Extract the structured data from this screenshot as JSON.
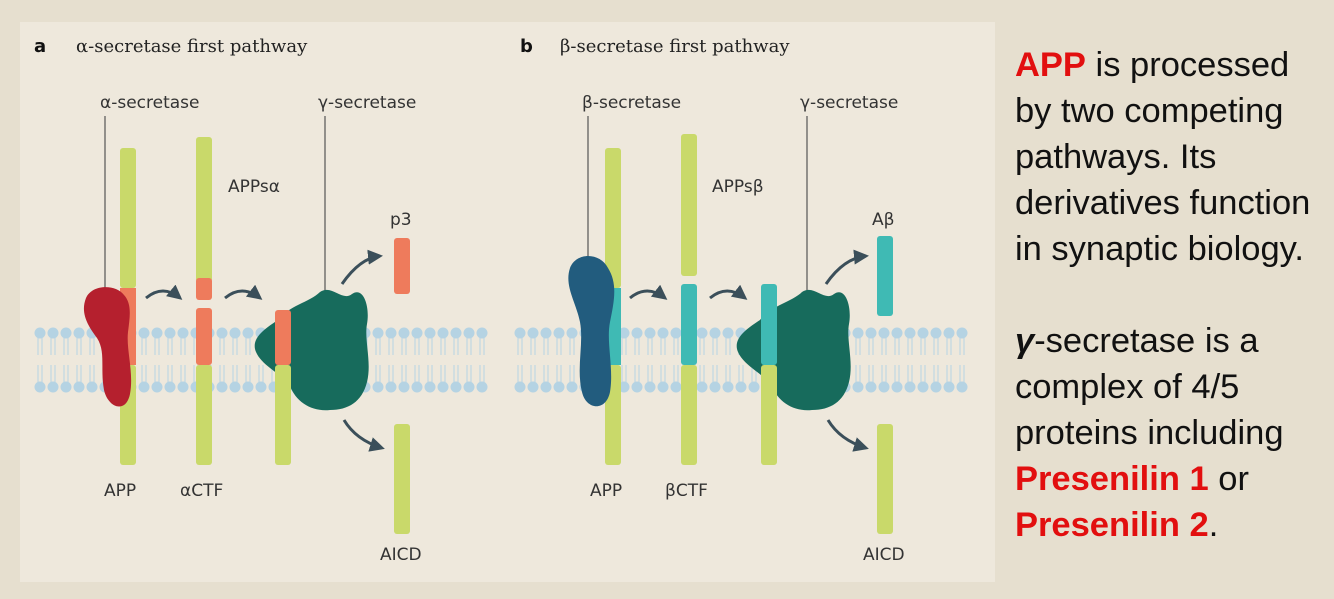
{
  "panel_a": {
    "letter": "a",
    "title": "α-secretase first pathway",
    "labels": {
      "enzyme1": "α-secretase",
      "enzyme2": "γ-secretase",
      "soluble": "APPsα",
      "product": "p3",
      "app": "APP",
      "ctf": "αCTF",
      "aicd": "AICD"
    },
    "colors": {
      "enzyme": "#b5202e",
      "fragment": "#ee7b5c"
    }
  },
  "panel_b": {
    "letter": "b",
    "title": "β-secretase first pathway",
    "labels": {
      "enzyme1": "β-secretase",
      "enzyme2": "γ-secretase",
      "soluble": "APPsβ",
      "product": "Aβ",
      "app": "APP",
      "ctf": "βCTF",
      "aicd": "AICD"
    },
    "colors": {
      "enzyme": "#225c7e",
      "fragment": "#3fbab4"
    }
  },
  "colors": {
    "app_stem": "#c9d96a",
    "gamma_secretase": "#176b5c",
    "membrane": "#b5d3e3",
    "highlight_red": "#e20f0f"
  },
  "side_text": {
    "p1_app": "APP",
    "p1_rest": " is processed by two competing pathways. Its derivatives function in synaptic biology.",
    "p2_gamma": "γ",
    "p2_mid": "-secretase is a complex of 4/5 proteins including ",
    "p2_ps1": "Presenilin 1",
    "p2_or": " or ",
    "p2_ps2": "Presenilin 2",
    "p2_end": "."
  }
}
